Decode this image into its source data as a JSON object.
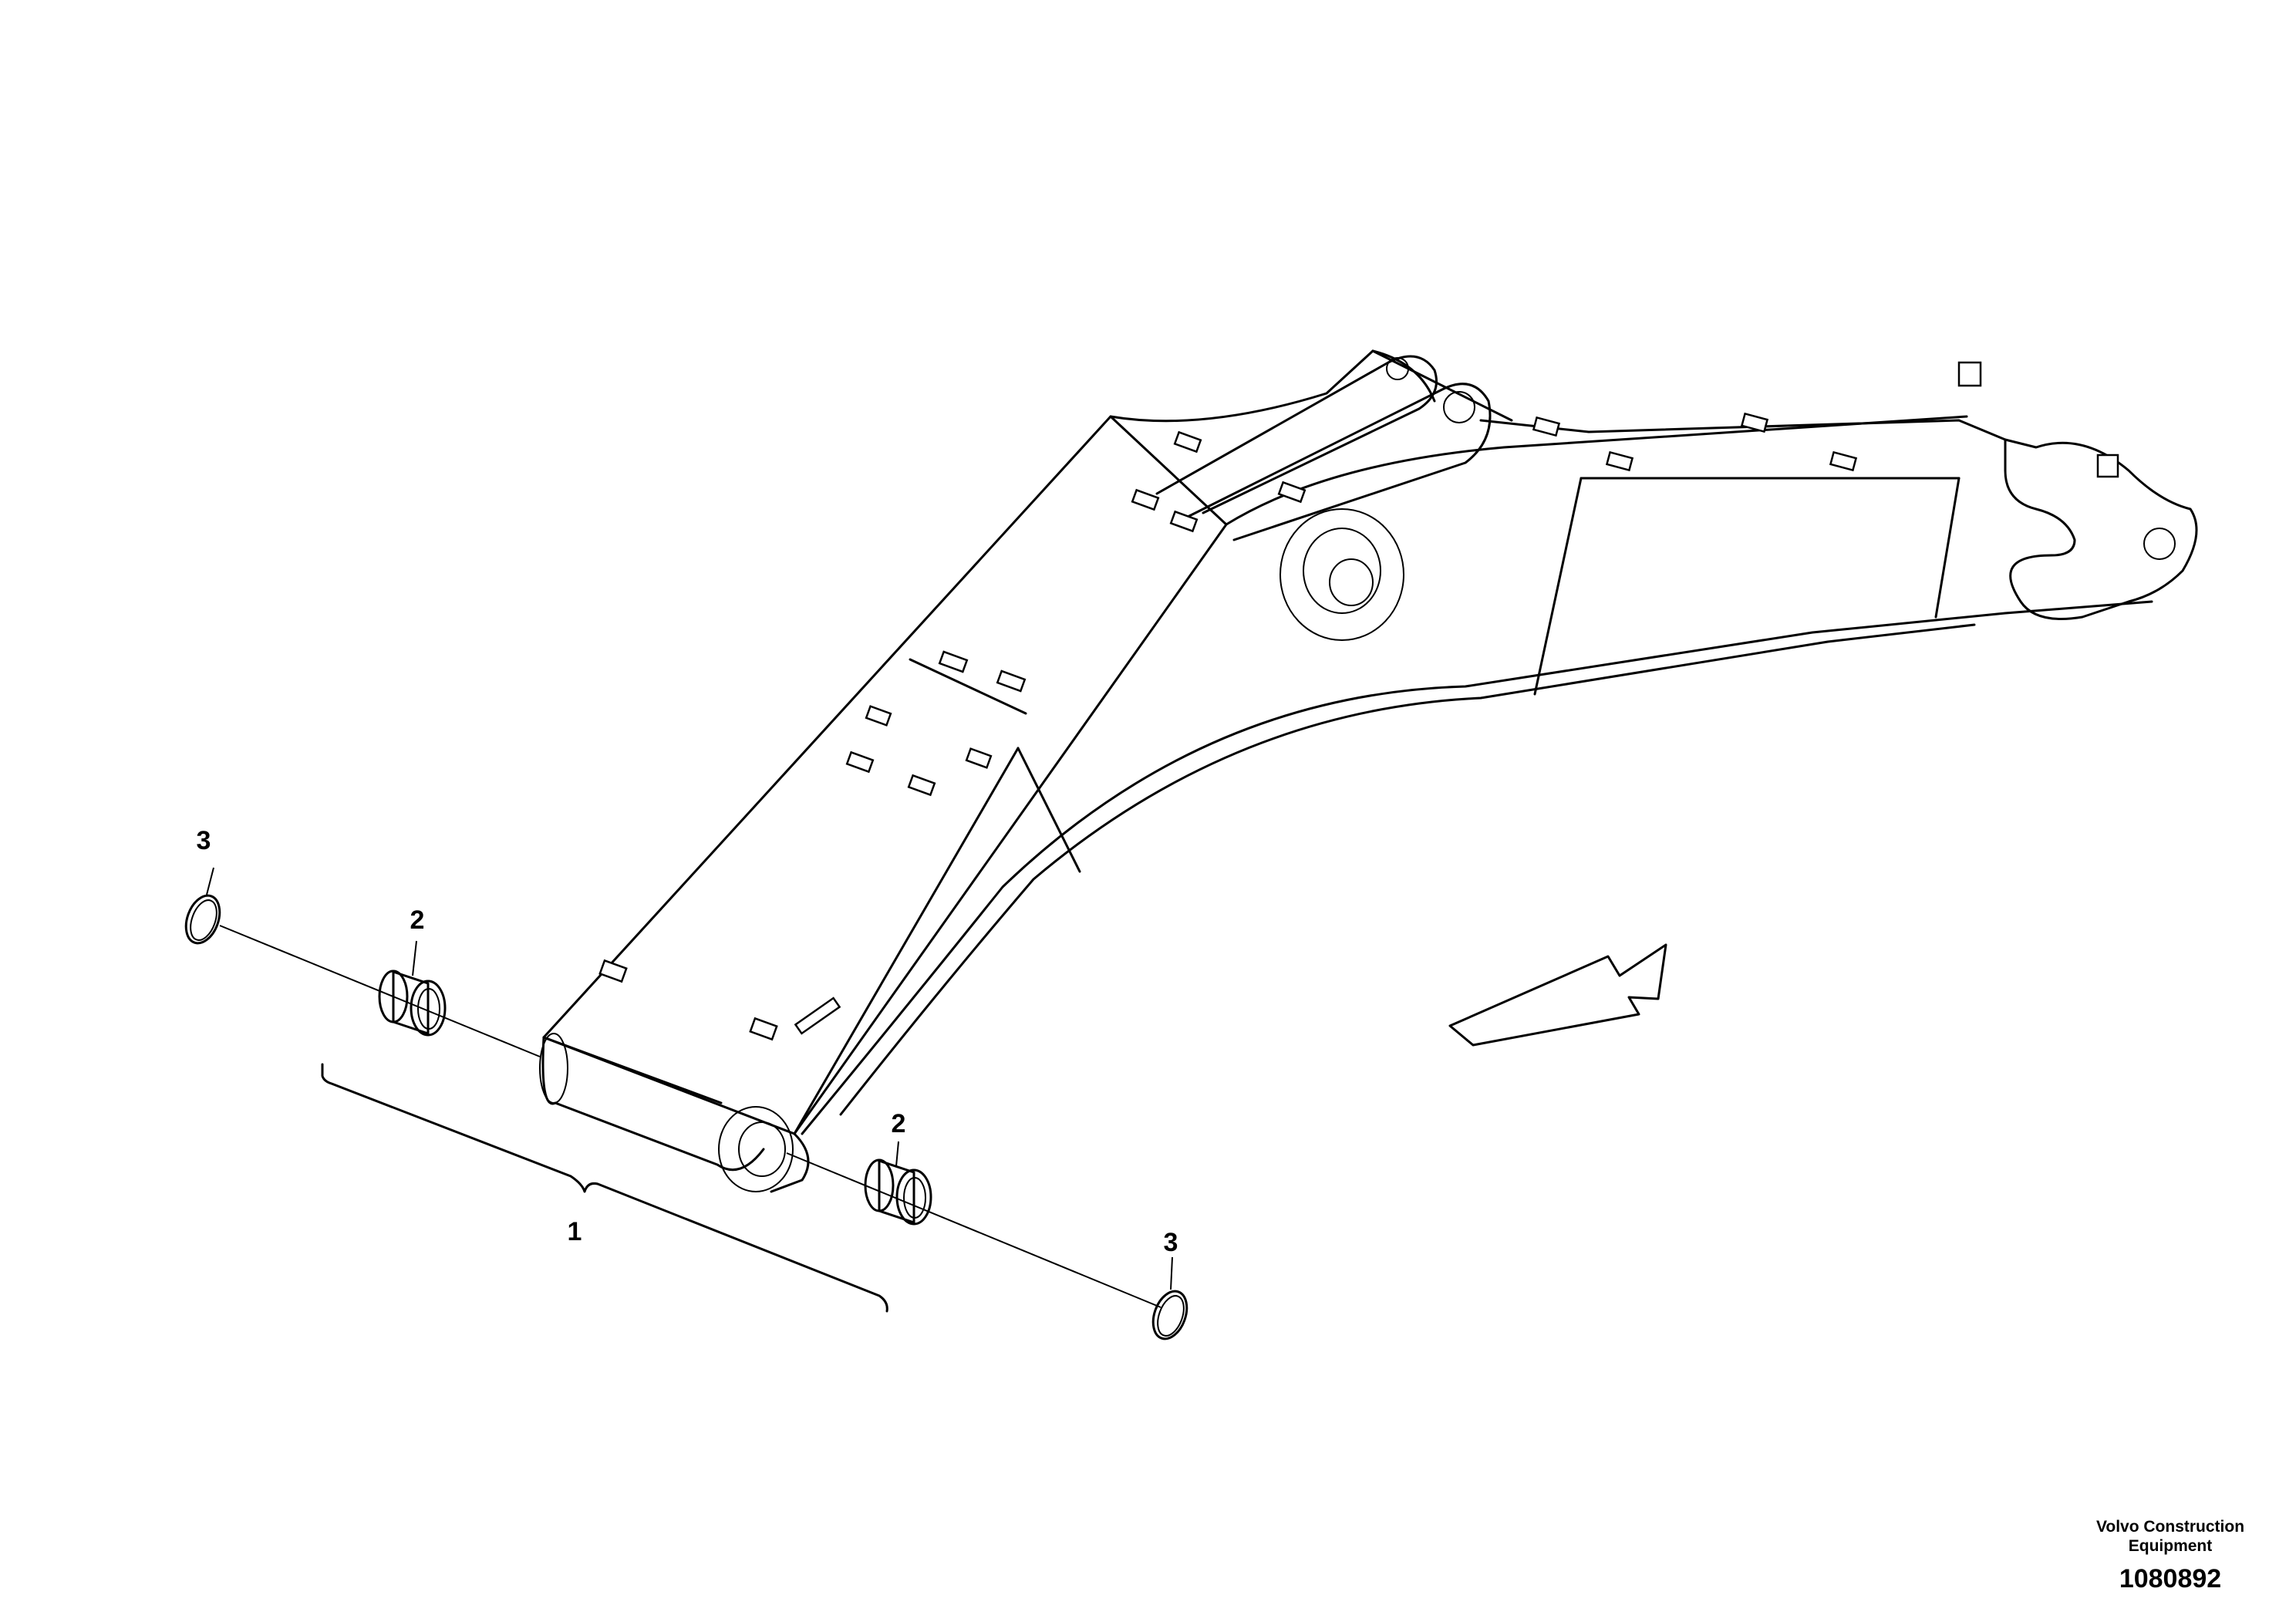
{
  "callouts": {
    "part_1": "1",
    "part_2_left": "2",
    "part_2_right": "2",
    "part_3_left": "3",
    "part_3_right": "3"
  },
  "footer": {
    "company_line1": "Volvo Construction",
    "company_line2": "Equipment",
    "drawing_number": "1080892"
  },
  "icons": {
    "direction_arrow": "outline-arrow-up-right-icon"
  }
}
